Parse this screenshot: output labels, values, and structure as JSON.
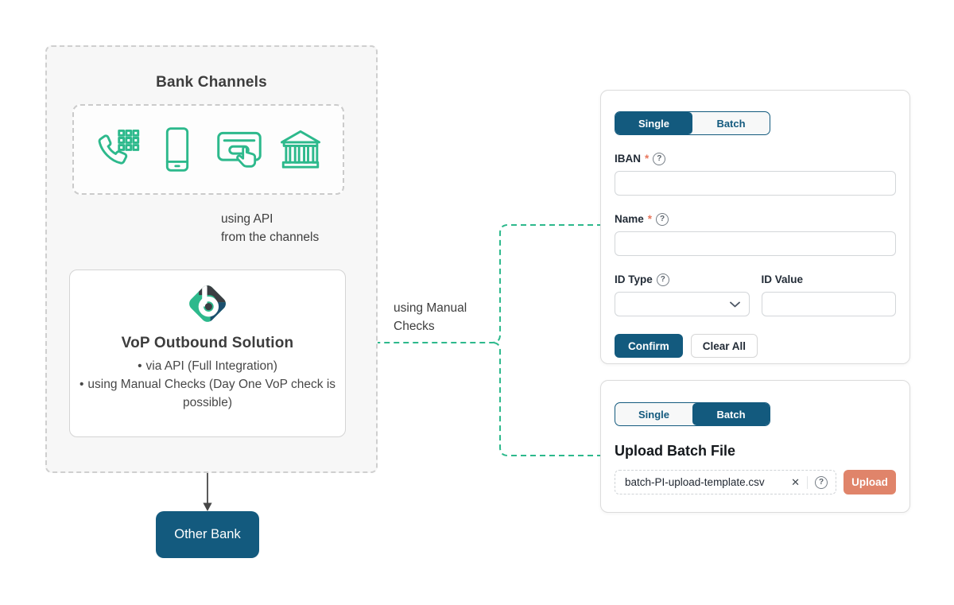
{
  "diagram": {
    "bank_channels_title": "Bank Channels",
    "channel_icons": [
      "phone-keypad-icon",
      "smartphone-icon",
      "card-tap-icon",
      "bank-icon"
    ],
    "api_label_line1": "using API",
    "api_label_line2": "from the channels",
    "manual_label_line1": "using Manual",
    "manual_label_line2": "Checks",
    "vop_title": "VoP Outbound Solution",
    "vop_bullets": [
      {
        "marker": "•",
        "text": "via API (Full Integration)"
      },
      {
        "marker": "•",
        "text": "using Manual Checks (Day One VoP check is possible)"
      }
    ],
    "other_bank_label": "Other Bank"
  },
  "single_panel": {
    "tabs": {
      "single": "Single",
      "batch": "Batch"
    },
    "iban_label": "IBAN",
    "iban_required": "*",
    "iban_value": "",
    "name_label": "Name",
    "name_required": "*",
    "name_value": "",
    "id_type_label": "ID Type",
    "id_type_value": "",
    "id_value_label": "ID Value",
    "id_value_value": "",
    "help_glyph": "?",
    "confirm_label": "Confirm",
    "clear_label": "Clear All"
  },
  "batch_panel": {
    "tabs": {
      "single": "Single",
      "batch": "Batch"
    },
    "heading": "Upload Batch File",
    "file_name": "batch-PI-upload-template.csv",
    "clear_file_glyph": "✕",
    "help_glyph": "?",
    "upload_label": "Upload"
  },
  "colors": {
    "green": "#2db98c",
    "dark_blue": "#135a7e",
    "salmon": "#e0846a",
    "charcoal": "#3b3d42",
    "logo_blue": "#1b4f6e"
  }
}
